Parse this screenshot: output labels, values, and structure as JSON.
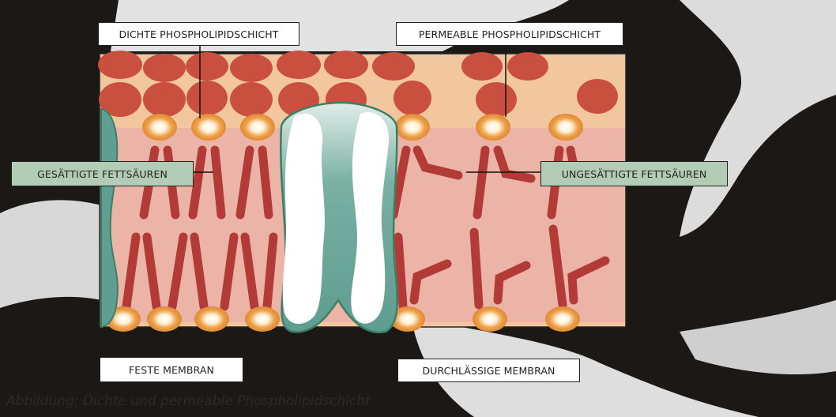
{
  "labels": {
    "dense_layer": "DICHTE PHOSPHOLIPIDSCHICHT",
    "permeable_layer": "PERMEABLE PHOSPHOLIPIDSCHICHT",
    "saturated": "GESÄTTIGTE FETTSÄUREN",
    "unsaturated": "UNGESÄTTIGTE FETTSÄUREN",
    "solid_membrane": "FESTE MEMBRAN",
    "permeable_membrane": "DURCHLÄSSIGE MEMBRAN"
  },
  "caption": "Abbildung: Dichte und permeable Phospholipidschicht",
  "colors": {
    "background": "#1a1715",
    "fur_white": "#e6e6e6",
    "outer_layer": "#f2c7a0",
    "inner_layer": "#ebb4a7",
    "lipid_circle": "#c9503e",
    "fatty_acid": "#b33b37",
    "head": "#e3923d",
    "protein_border": "#3d7f66",
    "protein_body": "#5f9f92",
    "label_green": "#b3ccb5"
  }
}
